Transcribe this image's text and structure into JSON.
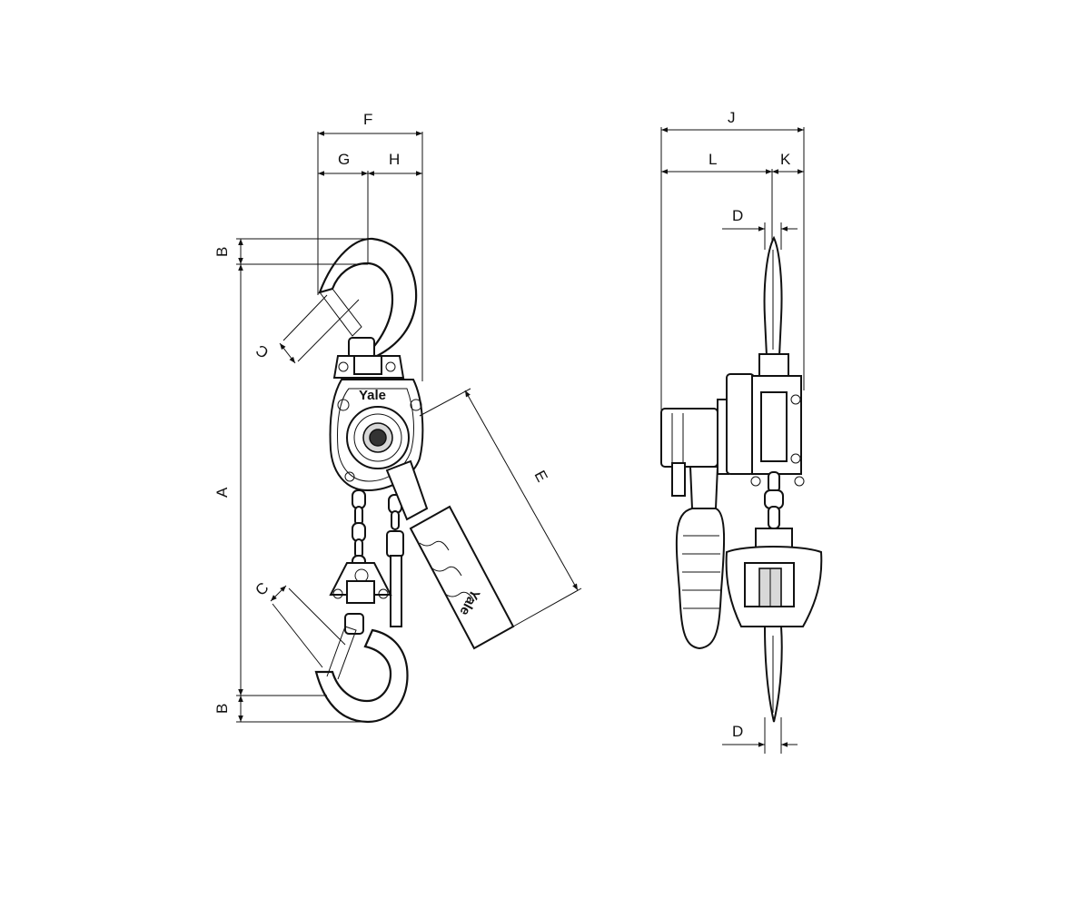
{
  "dimensions": {
    "A": "A",
    "B_top": "B",
    "B_bottom": "B",
    "C_top": "C",
    "C_bottom": "C",
    "D_top": "D",
    "D_bottom": "D",
    "E": "E",
    "F": "F",
    "G": "G",
    "H": "H",
    "J": "J",
    "K": "K",
    "L": "L"
  },
  "brand": {
    "body_logo": "Yale",
    "handle_logo": "Yale"
  }
}
